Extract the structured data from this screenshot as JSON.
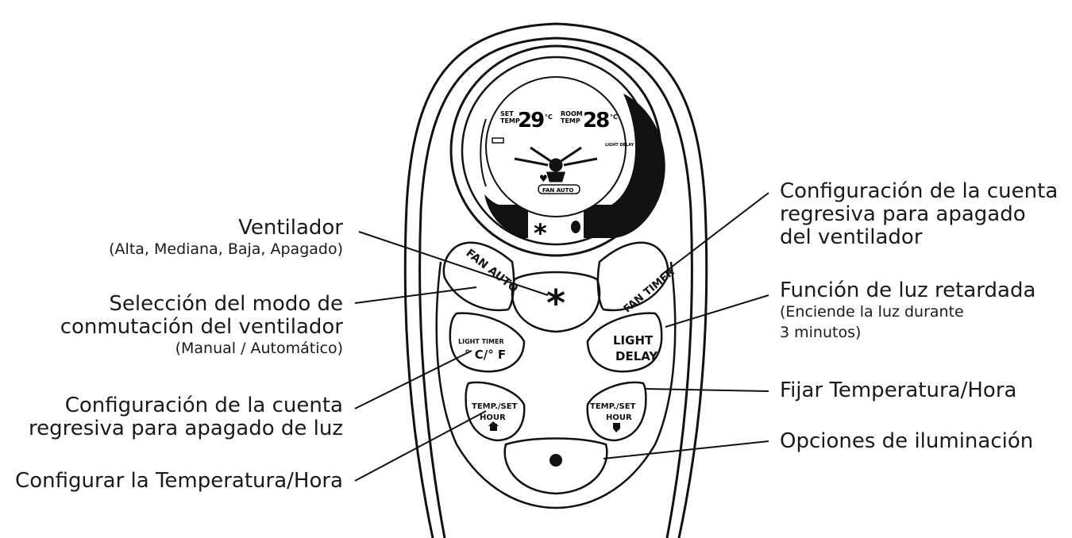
{
  "labels": {
    "fan": {
      "title": "Ventilador",
      "sub": "(Alta, Mediana, Baja, Apagado)"
    },
    "mode": {
      "line1": "Selección del modo de",
      "line2": "conmutación del ventilador",
      "sub": "(Manual / Automático)"
    },
    "light_timer": {
      "line1": "Configuración de la cuenta",
      "line2": "regresiva para apagado de luz"
    },
    "set_temp": {
      "title": "Configurar la Temperatura/Hora"
    },
    "fan_timer": {
      "line1": "Configuración de la cuenta",
      "line2": "regresiva para apagado",
      "line3": "del ventilador"
    },
    "light_delay": {
      "title": "Función de luz retardada",
      "sub1": "(Enciende la luz durante",
      "sub2": "3 minutos)"
    },
    "fix_temp": {
      "title": "Fijar Temperatura/Hora"
    },
    "lighting": {
      "title": "Opciones de iluminación"
    }
  },
  "remote": {
    "display": {
      "set_label_1": "SET",
      "set_label_2": "TEMP",
      "set_value": "29",
      "room_label_1": "ROOM",
      "room_label_2": "TEMP",
      "room_value": "28",
      "unit": "°C",
      "fan_auto": "FAN AUTO",
      "light_delay": "LIGHT DELAY"
    },
    "buttons": {
      "fan_auto": "FAN AUTO",
      "fan_timer": "FAN TIMER",
      "light_timer_1": "LIGHT TIMER",
      "light_timer_2": "° C/° F",
      "light_delay_1": "LIGHT",
      "light_delay_2": "DELAY",
      "temp_set_1": "TEMP./SET",
      "temp_set_2": "HOUR",
      "temp_set_r1": "TEMP./SET",
      "temp_set_r2": "HOUR"
    }
  }
}
